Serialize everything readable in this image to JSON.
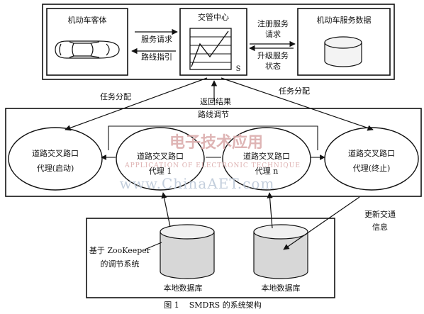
{
  "top": {
    "vehicle_client": "机动车客体",
    "traffic_center": "交管中心",
    "service_data": "机动车服务数据",
    "s_label": "S",
    "left_arrow_line1": "服务请求",
    "left_arrow_line2": "路线指引",
    "right_arrow_line1": "注册服务",
    "right_arrow_line2": "请求",
    "right_arrow_line3": "升级服务",
    "right_arrow_line4": "状态"
  },
  "middle": {
    "task_left": "任务分配",
    "task_right": "任务分配",
    "return_result": "返回结果",
    "route_adjust": "路线调节",
    "nodes": [
      {
        "line1": "道路交叉路口",
        "line2": "代理(启动)"
      },
      {
        "line1": "道路交叉路口",
        "line2": "代理 1"
      },
      {
        "line1": "道路交叉路口",
        "line2": "代理 n"
      },
      {
        "line1": "道路交叉路口",
        "line2": "代理(终止)"
      }
    ]
  },
  "bottom": {
    "zookeeper_line1": "基于 ZooKeeper",
    "zookeeper_line2": "的调节系统",
    "db_left": "本地数据库",
    "db_right": "本地数据库",
    "update_line1": "更新交通",
    "update_line2": "信息"
  },
  "watermark": {
    "title": "电子技术应用",
    "subtitle": "APPLICATION OF ELECTRONIC TECHNIQUE",
    "url": "www.ChinaAET.com"
  },
  "caption": "图 1    SMDRS 的系统架构"
}
